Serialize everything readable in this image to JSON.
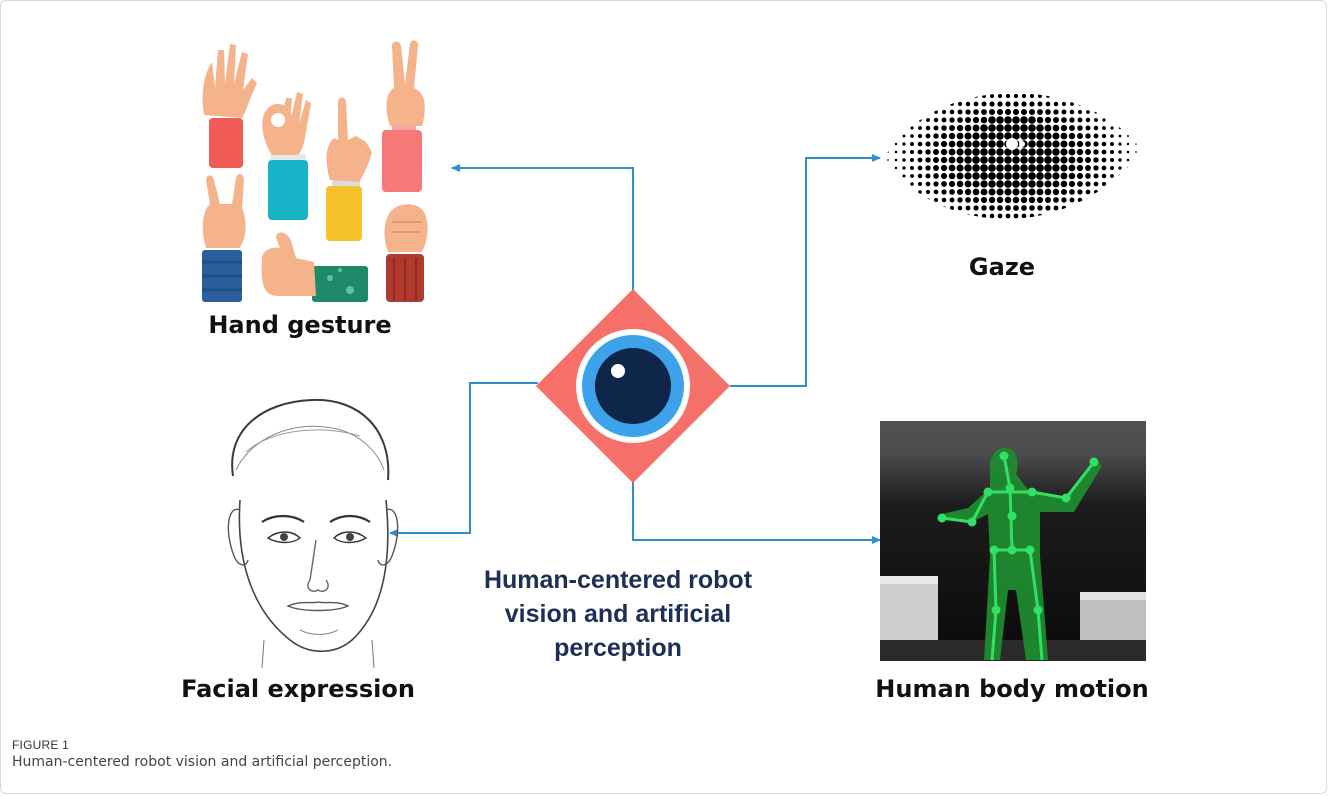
{
  "diagram": {
    "center_label": "Human-centered robot\nvision and artificial\nperception",
    "nodes": {
      "hand_gesture": "Hand gesture",
      "gaze": "Gaze",
      "facial_expression": "Facial expression",
      "body_motion": "Human body motion"
    }
  },
  "figure": {
    "number": "FIGURE 1",
    "caption": "Human-centered robot vision and artificial perception."
  },
  "colors": {
    "arrow": "#2f8fcc",
    "diamond": "#f47068",
    "eye_outer": "#3ea2ea",
    "eye_pupil": "#0e2649",
    "center_text": "#1c2f54",
    "skeleton": "#33e066"
  }
}
